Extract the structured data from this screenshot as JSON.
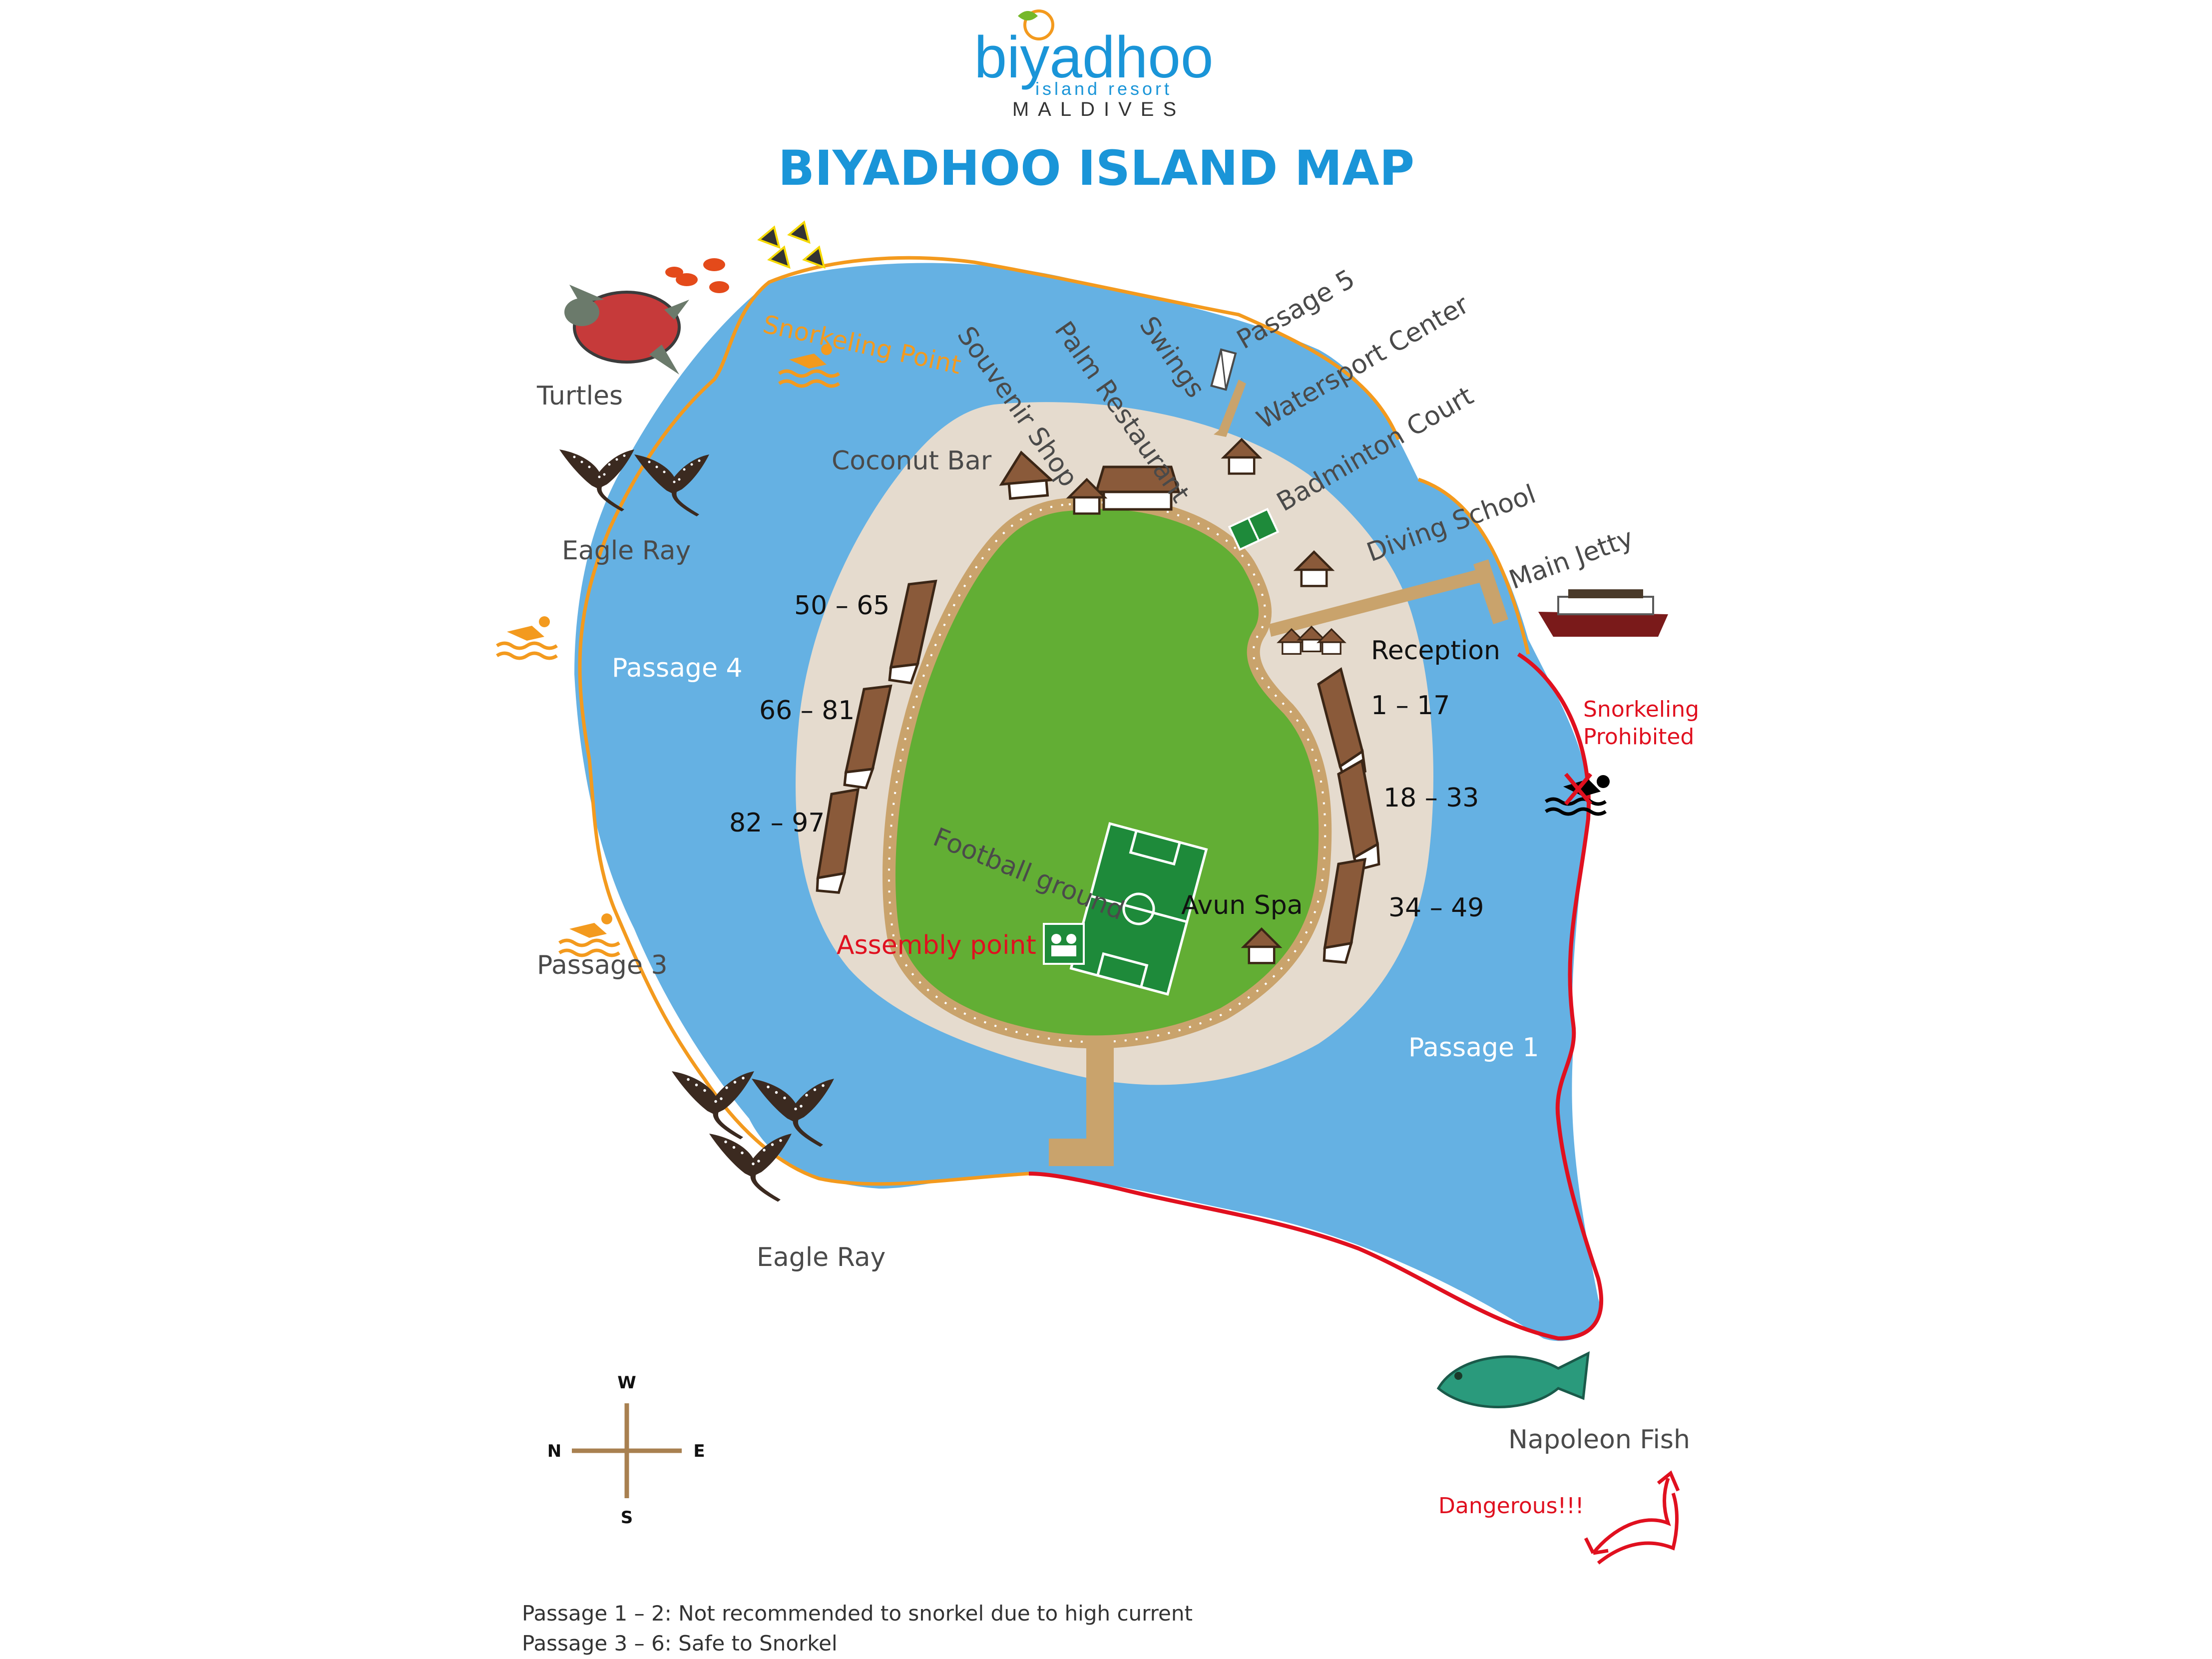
{
  "brand": {
    "logo_name": "biyadhoo",
    "logo_sub": "island resort",
    "logo_country": "MALDIVES",
    "color_blue": "#1a95d8",
    "color_orange": "#f39a1e"
  },
  "title": "BIYADHOO ISLAND MAP",
  "colors": {
    "water": "#65b1e3",
    "beach": "#e5dbce",
    "grass": "#62ae34",
    "path": "#c9a36c",
    "reef_safe": "#f39a1e",
    "reef_danger": "#e0101f",
    "roof": "#8a5a3a",
    "text_gray": "#4a4a4a",
    "text_red": "#e0101f"
  },
  "labels": {
    "snorkeling_point": "Snorkeling Point",
    "palm_restaurant": "Palm Restaurant",
    "souvenir_shop": "Souvenir Shop",
    "swings": "Swings",
    "passage_5": "Passage 5",
    "watersport_center": "Watersport Center",
    "badminton_court": "Badminton Court",
    "diving_school": "Diving School",
    "main_jetty": "Main Jetty",
    "coconut_bar": "Coconut Bar",
    "reception": "Reception",
    "turtles": "Turtles",
    "eagle_ray_top": "Eagle Ray",
    "eagle_ray_bottom": "Eagle Ray",
    "passage_4": "Passage 4",
    "passage_3": "Passage 3",
    "passage_1": "Passage 1",
    "villas_50_65": "50 – 65",
    "villas_66_81": "66 – 81",
    "villas_82_97": "82 – 97",
    "villas_1_17": "1 – 17",
    "villas_18_33": "18 – 33",
    "villas_34_49": "34 – 49",
    "football_ground": "Football ground",
    "avun_spa": "Avun Spa",
    "assembly_point": "Assembly point",
    "snorkeling_prohibited_1": "Snorkeling",
    "snorkeling_prohibited_2": "Prohibited",
    "napoleon_fish": "Napoleon Fish",
    "dangerous": "Dangerous!!!"
  },
  "compass": {
    "top": "W",
    "left": "N",
    "right": "E",
    "bottom": "S"
  },
  "notes": [
    "Passage 1 – 2: Not recommended to snorkel due to high current",
    "Passage 3 – 6: Safe to Snorkel"
  ],
  "icons": {
    "swimmer": "swimmer-icon",
    "no_swim": "no-swimming-icon",
    "house": "house-icon",
    "turtle": "turtle-icon",
    "eagle_ray": "eagle-ray-icon",
    "fish": "fish-icon",
    "boat": "boat-icon",
    "assembly": "assembly-point-icon"
  }
}
